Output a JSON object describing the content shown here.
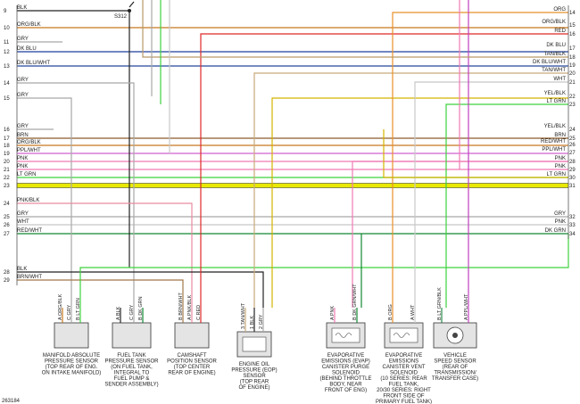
{
  "colors": {
    "BLK": "#222222",
    "ORG": "#e8902a",
    "ORG/BLK": "#c8781e",
    "GRY": "#a8a8a8",
    "DK BLU": "#1c3f9c",
    "DK BLU/WHT": "#24489c",
    "RED": "#e02828",
    "TAN/BLK": "#b89a68",
    "TAN/WHT": "#c8ab7c",
    "WHT": "#c8c8c8",
    "YEL/BLK": "#d4b400",
    "LT GRN": "#3ed23e",
    "BRN": "#8a5a2a",
    "RED/WHT": "#e44a4a",
    "PPL/WHT": "#d060d0",
    "PNK": "#f07ab4",
    "PNK/BLK": "#e88aa0",
    "BRN/WHT": "#a07848",
    "DK GRN": "#118833",
    "YEL": "#e8e800",
    "PPL": "#c040c0",
    "GRN/BLK": "#2a8a4a"
  },
  "ground_label": "S312",
  "footer_code": "263184",
  "left_wires": [
    {
      "num": "9",
      "label": "BLK",
      "color": "BLK"
    },
    {
      "num": "10",
      "label": "ORG/BLK",
      "color": "ORG/BLK"
    },
    {
      "num": "11",
      "label": "GRY",
      "color": "GRY"
    },
    {
      "num": "12",
      "label": "DK BLU",
      "color": "DK BLU"
    },
    {
      "num": "13",
      "label": "DK BLU/WHT",
      "color": "DK BLU/WHT"
    },
    {
      "num": "14",
      "label": "GRY",
      "color": "GRY"
    },
    {
      "num": "15",
      "label": "GRY",
      "color": "GRY"
    },
    {
      "num": "16",
      "label": "GRY",
      "color": "GRY"
    },
    {
      "num": "17",
      "label": "BRN",
      "color": "BRN"
    },
    {
      "num": "18",
      "label": "ORG/BLK",
      "color": "ORG/BLK"
    },
    {
      "num": "19",
      "label": "PPL/WHT",
      "color": "PPL/WHT"
    },
    {
      "num": "20",
      "label": "PNK",
      "color": "PNK"
    },
    {
      "num": "21",
      "label": "PNK",
      "color": "PNK"
    },
    {
      "num": "22",
      "label": "LT GRN",
      "color": "LT GRN"
    },
    {
      "num": "23",
      "label": "",
      "color": "YEL"
    },
    {
      "num": "24",
      "label": "PNK/BLK",
      "color": "PNK/BLK"
    },
    {
      "num": "25",
      "label": "GRY",
      "color": "GRY"
    },
    {
      "num": "26",
      "label": "WHT",
      "color": "WHT"
    },
    {
      "num": "27",
      "label": "RED/WHT",
      "color": "RED/WHT"
    },
    {
      "num": "28",
      "label": "BLK",
      "color": "BLK"
    },
    {
      "num": "29",
      "label": "BRN/WHT",
      "color": "BRN/WHT"
    }
  ],
  "right_wires": [
    {
      "num": "14",
      "label": "ORG",
      "color": "ORG"
    },
    {
      "num": "15",
      "label": "ORG/BLK",
      "color": "ORG/BLK"
    },
    {
      "num": "16",
      "label": "RED",
      "color": "RED"
    },
    {
      "num": "17",
      "label": "DK BLU",
      "color": "DK BLU"
    },
    {
      "num": "18",
      "label": "TAN/BLK",
      "color": "TAN/BLK"
    },
    {
      "num": "19",
      "label": "DK BLU/WHT",
      "color": "DK BLU/WHT"
    },
    {
      "num": "20",
      "label": "TAN/WHT",
      "color": "TAN/WHT"
    },
    {
      "num": "21",
      "label": "WHT",
      "color": "WHT"
    },
    {
      "num": "22",
      "label": "YEL/BLK",
      "color": "YEL/BLK"
    },
    {
      "num": "23",
      "label": "LT GRN",
      "color": "LT GRN"
    },
    {
      "num": "24",
      "label": "YEL/BLK",
      "color": "YEL/BLK"
    },
    {
      "num": "25",
      "label": "BRN",
      "color": "BRN"
    },
    {
      "num": "26",
      "label": "RED/WHT",
      "color": "RED/WHT"
    },
    {
      "num": "27",
      "label": "PPL/WHT",
      "color": "PPL/WHT"
    },
    {
      "num": "28",
      "label": "PNK",
      "color": "PNK"
    },
    {
      "num": "29",
      "label": "PNK",
      "color": "PNK"
    },
    {
      "num": "30",
      "label": "LT GRN",
      "color": "LT GRN"
    },
    {
      "num": "31",
      "label": "",
      "color": "YEL"
    },
    {
      "num": "32",
      "label": "GRY",
      "color": "GRY"
    },
    {
      "num": "33",
      "label": "PNK",
      "color": "PNK"
    },
    {
      "num": "34",
      "label": "DK GRN",
      "color": "DK GRN"
    }
  ],
  "components": [
    {
      "id": "map",
      "caption": [
        "MANIFOLD ABSOLUTE",
        "PRESSURE SENSOR",
        "(TOP REAR OF ENG.",
        "ON INTAKE MANIFOLD)"
      ],
      "pins": [
        {
          "label": "A  ORG/BLK",
          "color": "ORG/BLK"
        },
        {
          "label": "C  GRY",
          "color": "GRY"
        },
        {
          "label": "B  LT GRN",
          "color": "LT GRN"
        }
      ]
    },
    {
      "id": "fuel-tank",
      "caption": [
        "FUEL TANK",
        "PRESSURE SENSOR",
        "(ON FUEL TANK,",
        "INTEGRAL TO",
        "FUEL PUMP &",
        "SENDER ASSEMBLY)"
      ],
      "pins": [
        {
          "label": "A  BLK",
          "color": "BLK"
        },
        {
          "label": "C  GRY",
          "color": "GRY"
        },
        {
          "label": "B  DK GRN",
          "color": "DK GRN"
        }
      ]
    },
    {
      "id": "camshaft",
      "caption": [
        "CAMSHAFT",
        "POSITION SENSOR",
        "(TOP CENTER",
        "REAR OF ENGINE)"
      ],
      "pins": [
        {
          "label": "B  BRN/WHT",
          "color": "BRN/WHT"
        },
        {
          "label": "A  PNK/BLK",
          "color": "PNK/BLK"
        },
        {
          "label": "C  RED",
          "color": "RED"
        }
      ]
    },
    {
      "id": "eop",
      "caption": [
        "ENGINE OIL",
        "PRESSURE (EOP)",
        "SENSOR",
        "(TOP REAR",
        "OF ENGINE)"
      ],
      "pins": [
        {
          "label": "3  TAN/WHT",
          "color": "TAN/WHT"
        },
        {
          "label": "1  BLK",
          "color": "BLK"
        },
        {
          "label": "2  GRY",
          "color": "GRY"
        }
      ]
    },
    {
      "id": "evap-purge",
      "caption": [
        "EVAPORATIVE",
        "EMISSIONS (EVAP)",
        "CANISTER PURGE",
        "SOLENOID",
        "(BEHIND THROTTLE",
        "BODY, NEAR",
        "FRONT OF ENG)"
      ],
      "pins": [
        {
          "label": "A  PNK",
          "color": "PNK"
        },
        {
          "label": "B  DK GRN/WHT",
          "color": "DK GRN"
        }
      ]
    },
    {
      "id": "evap-vent",
      "caption": [
        "EVAPORATIVE",
        "EMISSIONS",
        "CANISTER VENT",
        "SOLENOID",
        "(10 SERIES: REAR",
        "FUEL TANK,",
        "20/30 SERIES: RIGHT",
        "FRONT SIDE OF",
        "PRIMARY FUEL TANK)"
      ],
      "pins": [
        {
          "label": "B  ORG",
          "color": "ORG"
        },
        {
          "label": "A  WHT",
          "color": "WHT"
        }
      ]
    },
    {
      "id": "vss",
      "caption": [
        "VEHICLE",
        "SPEED SENSOR",
        "(REAR OF",
        "TRANSMISSION/",
        "TRANSFER CASE)"
      ],
      "pins": [
        {
          "label": "B  LT GRN/BLK",
          "color": "GRN/BLK"
        },
        {
          "label": "A  PPL/WHT",
          "color": "PPL"
        }
      ]
    }
  ]
}
